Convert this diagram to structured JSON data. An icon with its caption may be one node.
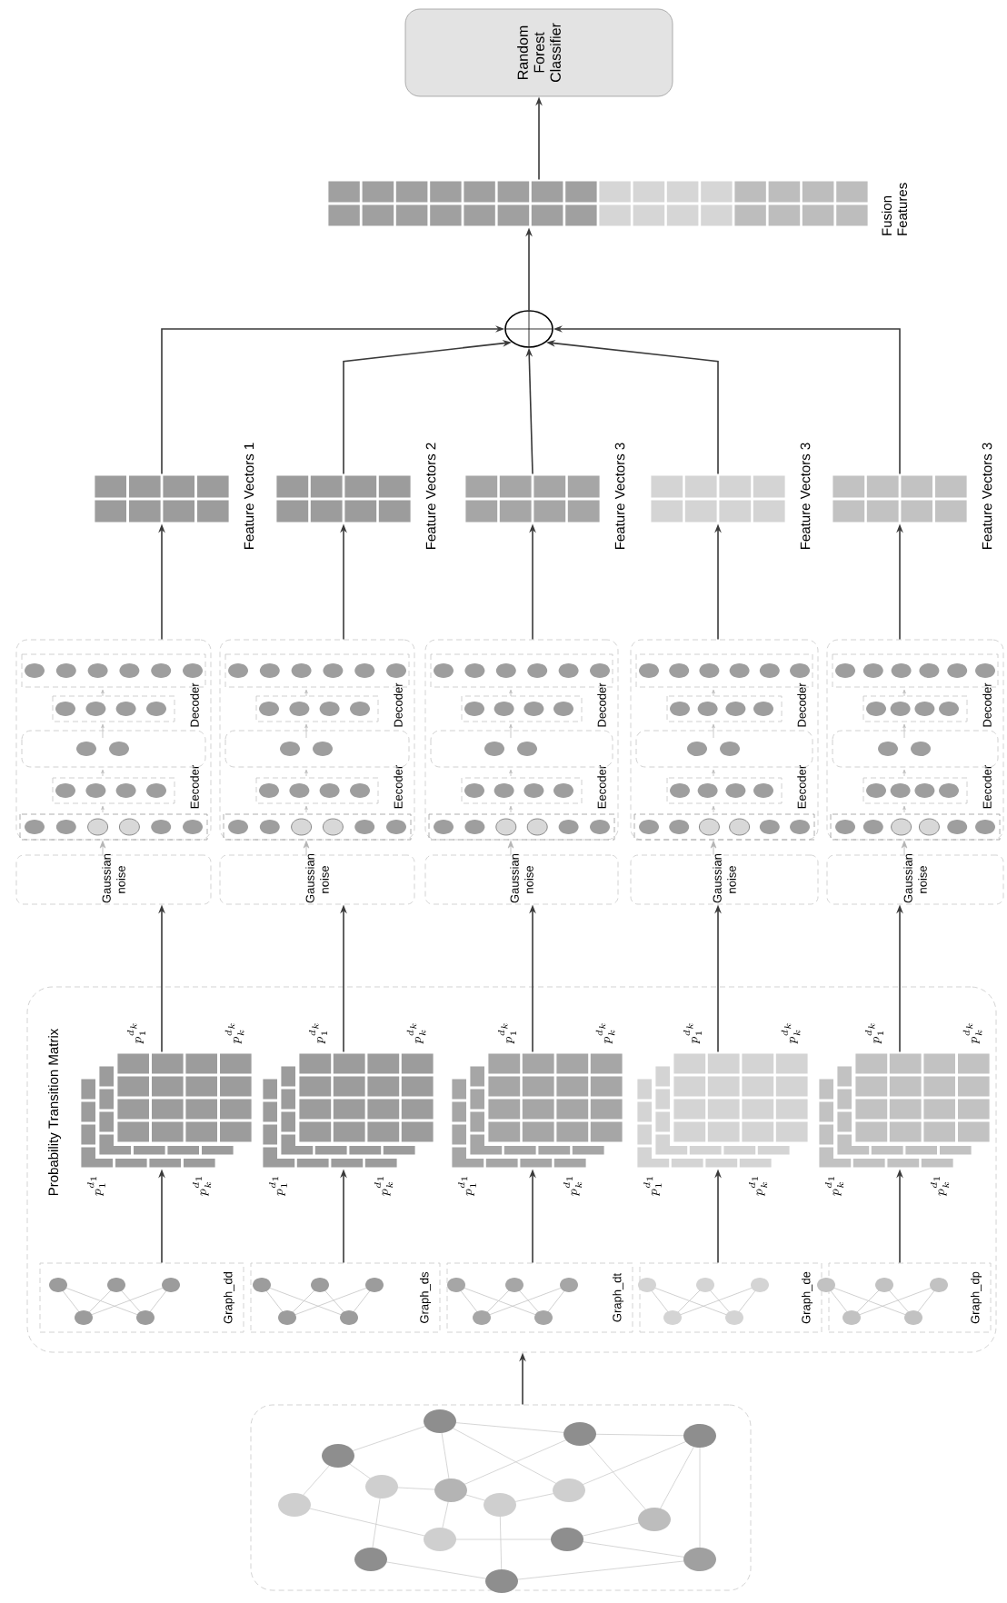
{
  "diagram": {
    "nodes": [
      {
        "text": [
          "Random Forest Classifier"
        ]
      },
      {
        "text": [
          "Fusion Features"
        ]
      },
      {
        "text": [],
        "shape": "circle"
      },
      {
        "text": [
          "Feature Vectors 1"
        ]
      },
      {
        "text": [
          "Feature Vectors 2"
        ]
      },
      {
        "text": [
          "Feature Vectors 3"
        ]
      },
      {
        "text": [
          "Feature Vectors 3"
        ]
      },
      {
        "text": [
          "Feature Vectors 3"
        ]
      },
      {
        "text": [
          "Decoder",
          "Eecoder"
        ]
      },
      {
        "text": [
          "Decoder",
          "Eecoder"
        ]
      },
      {
        "text": [
          "Decoder",
          "Eecoder"
        ]
      },
      {
        "text": [
          "Decoder",
          "Eecoder"
        ]
      },
      {
        "text": [
          "Decoder",
          "Eecoder"
        ]
      },
      {
        "text": [
          "Gaussian noise"
        ]
      },
      {
        "text": [
          "Gaussian noise"
        ]
      },
      {
        "text": [
          "Gaussian noise"
        ]
      },
      {
        "text": [
          "Gaussian noise"
        ]
      },
      {
        "text": [
          "Gaussian noise"
        ]
      },
      {
        "text": [
          "Probability Transition Matrix"
        ]
      },
      {
        "text": [
          "p_1^{d_k}",
          "p_k^{d_k}",
          "p_1^{d_1}",
          "p_k^{d_1}"
        ],
        "in": 18
      },
      {
        "text": [
          "p_1^{d_k}",
          "p_k^{d_k}",
          "p_1^{d_1}",
          "p_k^{d_1}"
        ],
        "in": 18
      },
      {
        "text": [
          "p_1^{d_k}",
          "p_k^{d_k}",
          "p_1^{d_1}",
          "p_k^{d_1}"
        ],
        "in": 18
      },
      {
        "text": [
          "p_1^{d_k}",
          "p_k^{d_k}",
          "p_1^{d_1}",
          "p_k^{d_1}"
        ],
        "in": 18
      },
      {
        "text": [
          "p_1^{d_k}",
          "p_k^{d_k}",
          "p_k^{d_1}",
          "p_k^{d_1}"
        ],
        "in": 18
      },
      {
        "text": [
          "Graph_dd"
        ],
        "in": 18
      },
      {
        "text": [
          "Graph_ds"
        ],
        "in": 18
      },
      {
        "text": [
          "Graph_dt"
        ],
        "in": 18
      },
      {
        "text": [
          "Graph_de"
        ],
        "in": 18
      },
      {
        "text": [
          "Graph_dp"
        ],
        "in": 18
      },
      {
        "text": [],
        "shape": "picture"
      }
    ],
    "edges": [
      {
        "from": 1,
        "to": 0,
        "arrow": "to"
      },
      {
        "from": 2,
        "to": 1,
        "arrow": "to"
      },
      {
        "from": 3,
        "to": 2,
        "arrow": "to"
      },
      {
        "from": 4,
        "to": 2,
        "arrow": "to"
      },
      {
        "from": 5,
        "to": 2,
        "arrow": "to"
      },
      {
        "from": 6,
        "to": 2,
        "arrow": "to"
      },
      {
        "from": 7,
        "to": 2,
        "arrow": "to"
      },
      {
        "from": 8,
        "to": 3,
        "arrow": "to"
      },
      {
        "from": 9,
        "to": 4,
        "arrow": "to"
      },
      {
        "from": 10,
        "to": 5,
        "arrow": "to"
      },
      {
        "from": 11,
        "to": 6,
        "arrow": "to"
      },
      {
        "from": 12,
        "to": 7,
        "arrow": "to"
      },
      {
        "from": 13,
        "to": 8,
        "arrow": "to",
        "color": "#b4b4b4"
      },
      {
        "from": 14,
        "to": 9,
        "arrow": "to",
        "color": "#b4b4b4"
      },
      {
        "from": 15,
        "to": 10,
        "arrow": "to",
        "color": "#b4b4b4"
      },
      {
        "from": 16,
        "to": 11,
        "arrow": "to",
        "color": "#b4b4b4"
      },
      {
        "from": 17,
        "to": 12,
        "arrow": "to",
        "color": "#b4b4b4"
      },
      {
        "from": 19,
        "to": 13,
        "arrow": "to"
      },
      {
        "from": 20,
        "to": 14,
        "arrow": "to"
      },
      {
        "from": 21,
        "to": 15,
        "arrow": "to"
      },
      {
        "from": 22,
        "to": 16,
        "arrow": "to"
      },
      {
        "from": 23,
        "to": 17,
        "arrow": "to"
      },
      {
        "from": 24,
        "to": 19,
        "arrow": "to"
      },
      {
        "from": 25,
        "to": 20,
        "arrow": "to"
      },
      {
        "from": 26,
        "to": 21,
        "arrow": "to"
      },
      {
        "from": 27,
        "to": 22,
        "arrow": "to"
      },
      {
        "from": 28,
        "to": 23,
        "arrow": "to"
      },
      {
        "from": 29,
        "to": 18,
        "arrow": "to"
      }
    ]
  }
}
